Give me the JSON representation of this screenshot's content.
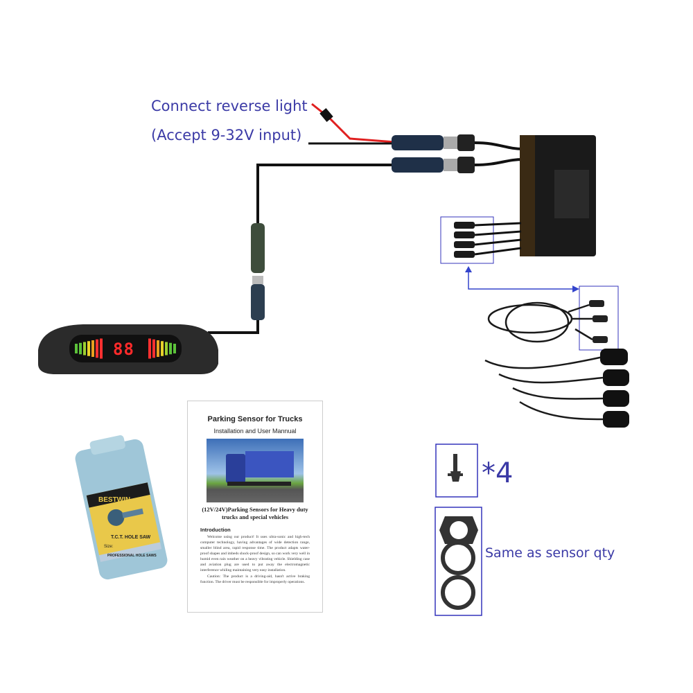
{
  "callouts": {
    "reverse_light": "Connect reverse light",
    "voltage": "(Accept 9-32V input)",
    "screw_qty": "*4",
    "ring_qty": "Same as sensor qty"
  },
  "display": {
    "digits": "88"
  },
  "manual": {
    "title": "Parking Sensor for Trucks",
    "subtitle": "Installation and User Mannual",
    "product_line": "(12V/24V)Parking Sensors for Heavy duty trucks and special vehicles",
    "intro_heading": "Introduction",
    "intro_text": "Welcome using our product! It uses ultra-sonic and high-tech computer technology, having advantages of wide detection range, smaller blind area, rapid response time. The product adapts water-proof shapes and imbeds shock-proof design, so can work very well in humid even rain weather on a heavy vibrating vehicle. Shielding case and aviation plug are used to put away the electromagnetic interference whiling maintaining very easy installation.",
    "caution_text": "Caution: The product is a driving-aid, hasn't active braking function. The driver must be responsible for improperly operations."
  },
  "hole_saw": {
    "brand": "BESTWIN.",
    "product": "T.C.T. HOLE SAW",
    "size_label": "Size:",
    "tagline": "PROFESSIONAL HOLE SAWS"
  },
  "colors": {
    "callout": "#3b3aa6",
    "box_outline": "#3333bb",
    "wire_red": "#e02020",
    "led_red": "#ff2a2a"
  }
}
